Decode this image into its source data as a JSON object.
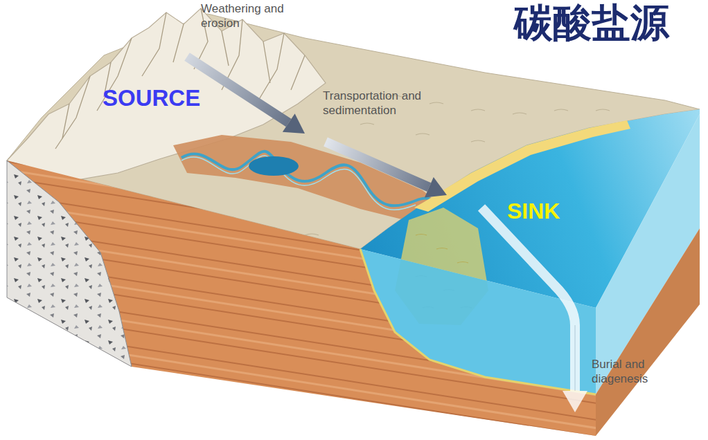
{
  "diagram": {
    "labels": [
      "碳酸盐源",
      "Weathering and erosion",
      "SOURCE",
      "Transportation and sedimentation",
      "SINK",
      "Burial and diagenesis"
    ]
  }
}
